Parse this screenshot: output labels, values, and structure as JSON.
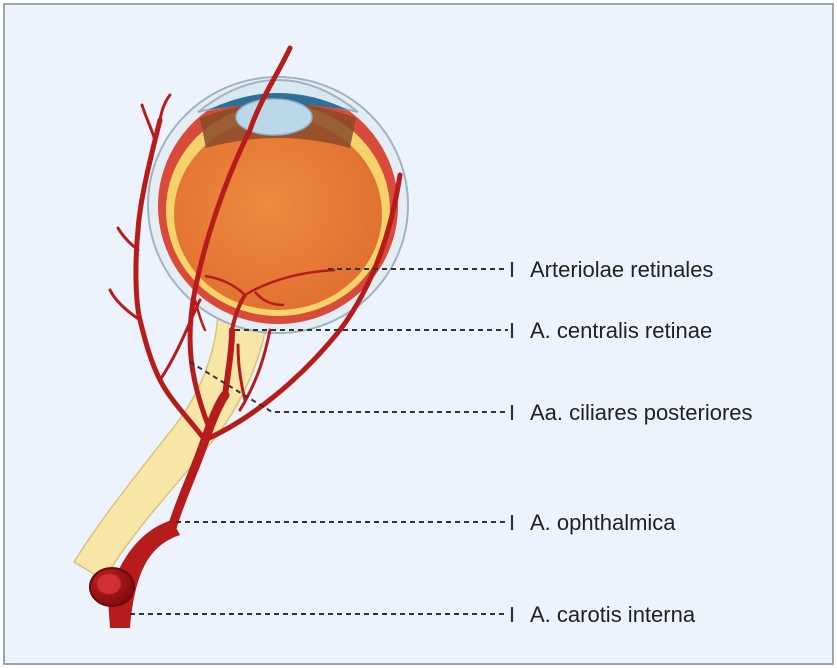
{
  "labels": {
    "arteriolae": "Arteriolae retinales",
    "centralis": "A. centralis retinae",
    "ciliares": "Aa. ciliares posteriores",
    "ophthalmica": "A. ophthalmica",
    "carotis": "A. carotis interna"
  },
  "colors": {
    "background": "#edf3fc",
    "border": "#9aa5b4",
    "artery": "#b71c1c",
    "artery_dark": "#8e0f12",
    "nerve": "#f7e6a6",
    "choroid_red": "#d84a3a",
    "vitreous": "#e8803a",
    "lens": "#b9d7e6",
    "cornea": "#d8e8ef",
    "iris_blue": "#2f6f9a",
    "ciliary_brown": "#8a4a2a",
    "leader": "#333333"
  }
}
